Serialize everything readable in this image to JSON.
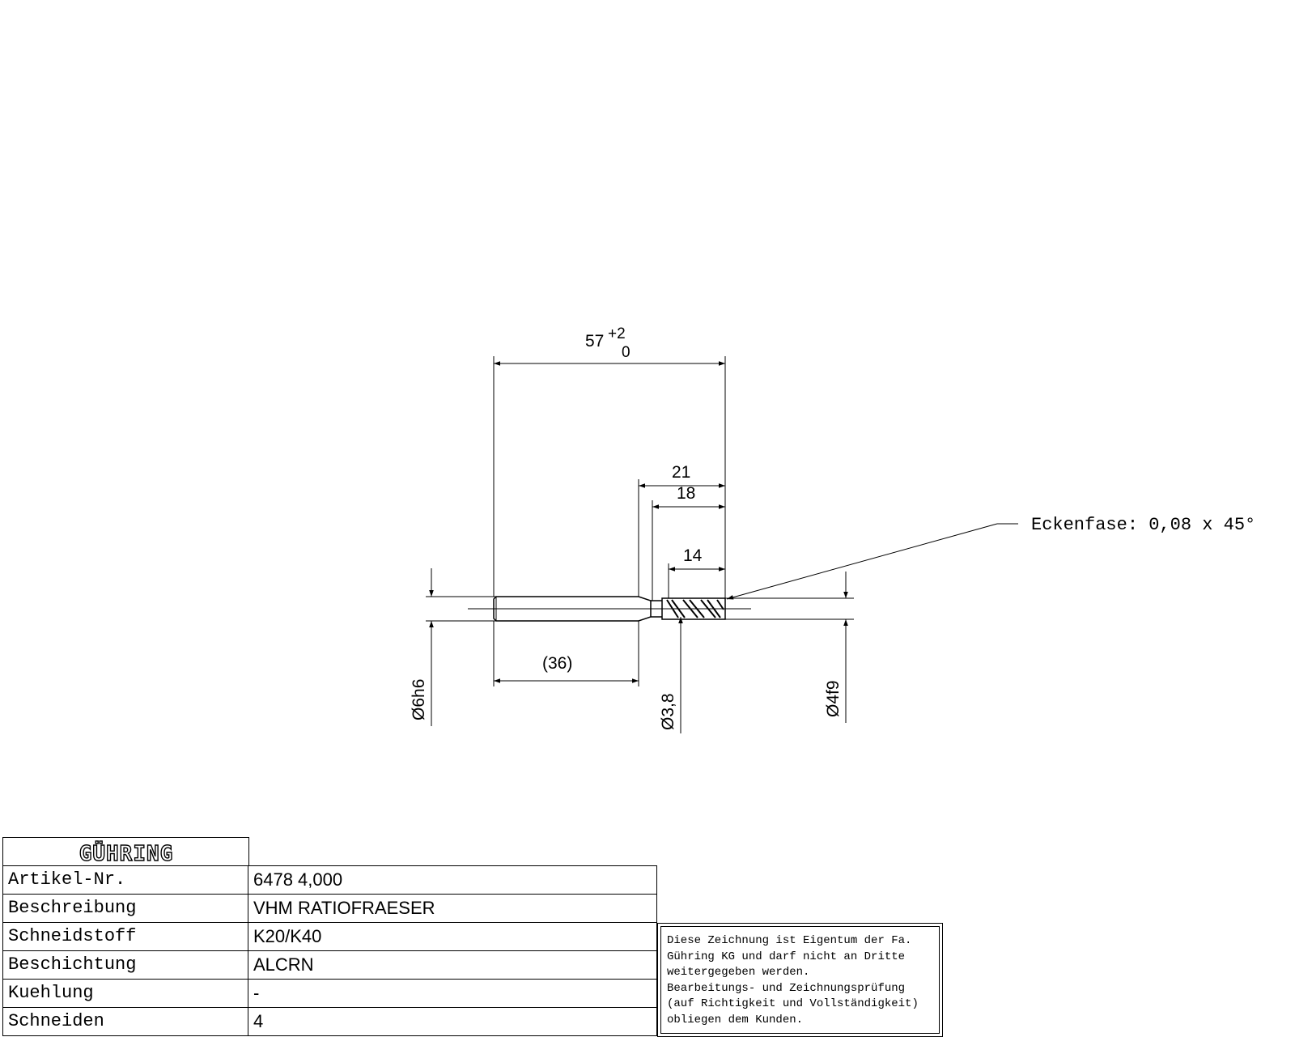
{
  "drawing": {
    "dims": {
      "overall_length": "57",
      "overall_tol_upper": "+2",
      "overall_tol_lower": "0",
      "length_21": "21",
      "length_18": "18",
      "cut_length": "14",
      "shank_length": "(36)",
      "shank_diameter": "Ø6h6",
      "neck_diameter": "Ø3,8",
      "cutter_diameter": "Ø4f9"
    },
    "callout": "Eckenfase: 0,08 x 45°"
  },
  "title_block": {
    "logo_text": "GÜHRING",
    "rows": [
      {
        "label": "Artikel-Nr.",
        "value": "6478 4,000"
      },
      {
        "label": "Beschreibung",
        "value": "VHM RATIOFRAESER"
      },
      {
        "label": "Schneidstoff",
        "value": "K20/K40"
      },
      {
        "label": "Beschichtung",
        "value": "ALCRN"
      },
      {
        "label": "Kuehlung",
        "value": "-"
      },
      {
        "label": "Schneiden",
        "value": "4"
      }
    ]
  },
  "notice": {
    "lines": [
      "Diese Zeichnung ist Eigentum der Fa.",
      "Gühring KG und darf nicht an Dritte",
      "weitergegeben werden.",
      "Bearbeitungs- und Zeichnungsprüfung",
      "(auf Richtigkeit und Vollständigkeit)",
      "obliegen dem Kunden."
    ]
  }
}
